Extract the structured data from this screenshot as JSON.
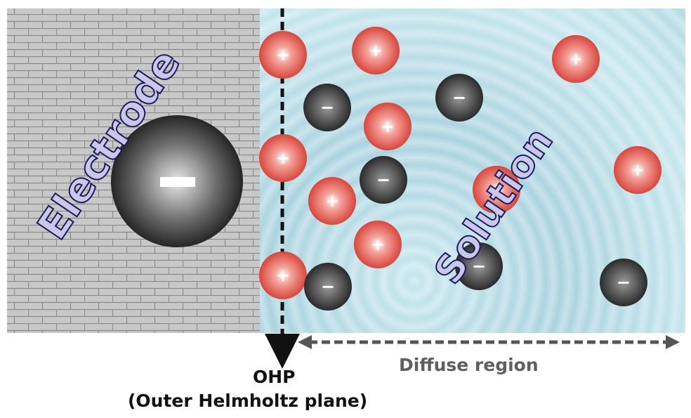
{
  "labels": {
    "electrode": "Electrode",
    "solution": "Solution",
    "ohp": "OHP",
    "ohp_full": "(Outer Helmholtz plane)",
    "diffuse_region": "Diffuse region"
  },
  "charges": {
    "positive_symbol": "+",
    "negative_symbol": "−"
  },
  "colors": {
    "electrode_fill": "#c8c8c8",
    "brick_line": "#8a8a8a",
    "solution_fill": "#b9dde6",
    "cation": "#e0554a",
    "anion": "#3a3a3a",
    "ohp_line": "#111111",
    "diffuse_arrow": "#555555",
    "word_fill": "#c9c7ea",
    "word_stroke": "#1f1b5a"
  }
}
